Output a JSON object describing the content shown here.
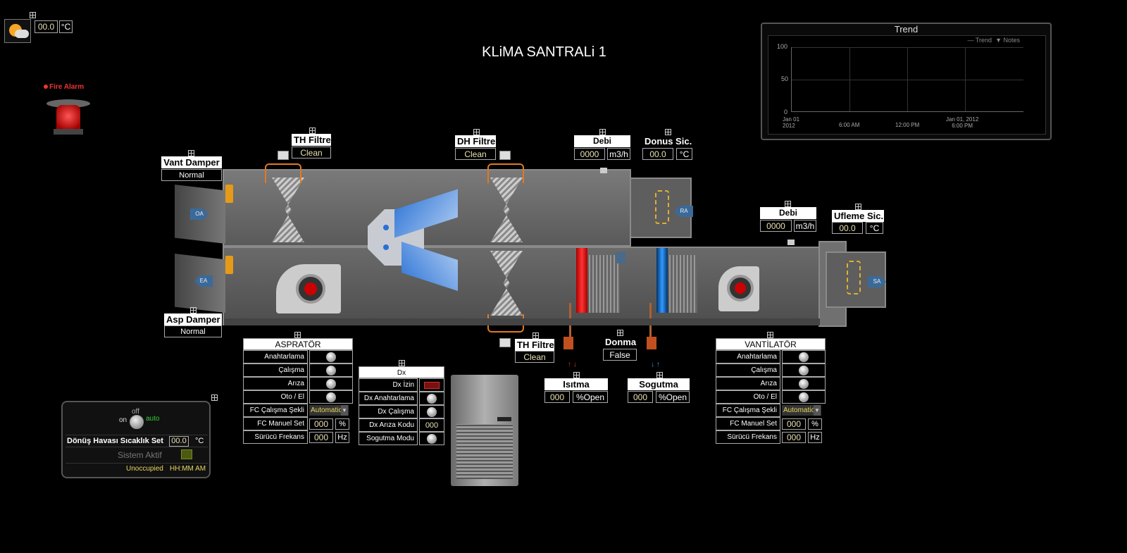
{
  "weather": {
    "temp": "00.0",
    "unit": "°C",
    "icon": "partly-cloudy-icon"
  },
  "page_title": "KLiMA SANTRALi 1",
  "fire_alarm": {
    "label": "Fire Alarm"
  },
  "trend": {
    "title": "Trend",
    "legend_trend": "Trend",
    "legend_notes": "Notes",
    "y_ticks": [
      "100",
      "50",
      "0"
    ],
    "x_ticks": [
      "Jan 01\n2012",
      "6:00 AM",
      "12:00 PM",
      "Jan 01, 2012\n6:00 PM"
    ]
  },
  "vant_damper": {
    "title": "Vant Damper",
    "value": "Normal"
  },
  "asp_damper": {
    "title": "Asp Damper",
    "value": "Normal"
  },
  "th_filtre_top": {
    "title": "TH Filtre",
    "value": "Clean"
  },
  "dh_filtre": {
    "title": "DH Filtre",
    "value": "Clean"
  },
  "th_filtre_bottom": {
    "title": "TH Filtre",
    "value": "Clean"
  },
  "debi_return": {
    "title": "Debi",
    "value": "0000",
    "unit": "m3/h"
  },
  "donus_sic": {
    "title": "Donus Sic.",
    "value": "00.0",
    "unit": "°C"
  },
  "debi_supply": {
    "title": "Debi",
    "value": "0000",
    "unit": "m3/h"
  },
  "ufleme_sic": {
    "title": "Ufleme Sic.",
    "value": "00.0",
    "unit": "°C"
  },
  "donma": {
    "title": "Donma",
    "value": "False"
  },
  "isitma": {
    "title": "Isıtma",
    "value": "000",
    "unit": "%Open"
  },
  "sogutma": {
    "title": "Sogutma",
    "value": "000",
    "unit": "%Open"
  },
  "ahu_labels": {
    "oa": "OA",
    "ea": "EA",
    "ra": "RA",
    "sa": "SA"
  },
  "aspirator": {
    "title": "ASPRATÖR",
    "rows": [
      "Anahtarlama",
      "Çalışma",
      "Arıza",
      "Oto / El",
      "FC Çalışma Şekli",
      "FC Manuel Set",
      "Sürücü Frekans"
    ],
    "mode": "Automatic",
    "set_value": "000",
    "set_unit": "%",
    "freq_value": "000",
    "freq_unit": "Hz"
  },
  "ventilator": {
    "title": "VANTİLATÖR",
    "rows": [
      "Anahtarlama",
      "Çalışma",
      "Arıza",
      "Oto / El",
      "FC Çalışma Şekli",
      "FC Manuel Set",
      "Sürücü Frekans"
    ],
    "mode": "Automatic",
    "set_value": "000",
    "set_unit": "%",
    "freq_value": "000",
    "freq_unit": "Hz"
  },
  "dx": {
    "title": "Dx",
    "rows": [
      "Dx İzin",
      "Dx Anahtarlama",
      "Dx Çalışma",
      "Dx Arıza Kodu",
      "Sogutma Modu"
    ],
    "fault_code": "000"
  },
  "control": {
    "off": "off",
    "on": "on",
    "auto": "auto",
    "setpoint_label": "Dönüş Havası Sıcaklık Set",
    "setpoint_value": "00.0",
    "setpoint_unit": "°C",
    "system_active": "Sistem Aktif",
    "schedule_state": "Unoccupied",
    "schedule_time": "HH:MM AM"
  }
}
